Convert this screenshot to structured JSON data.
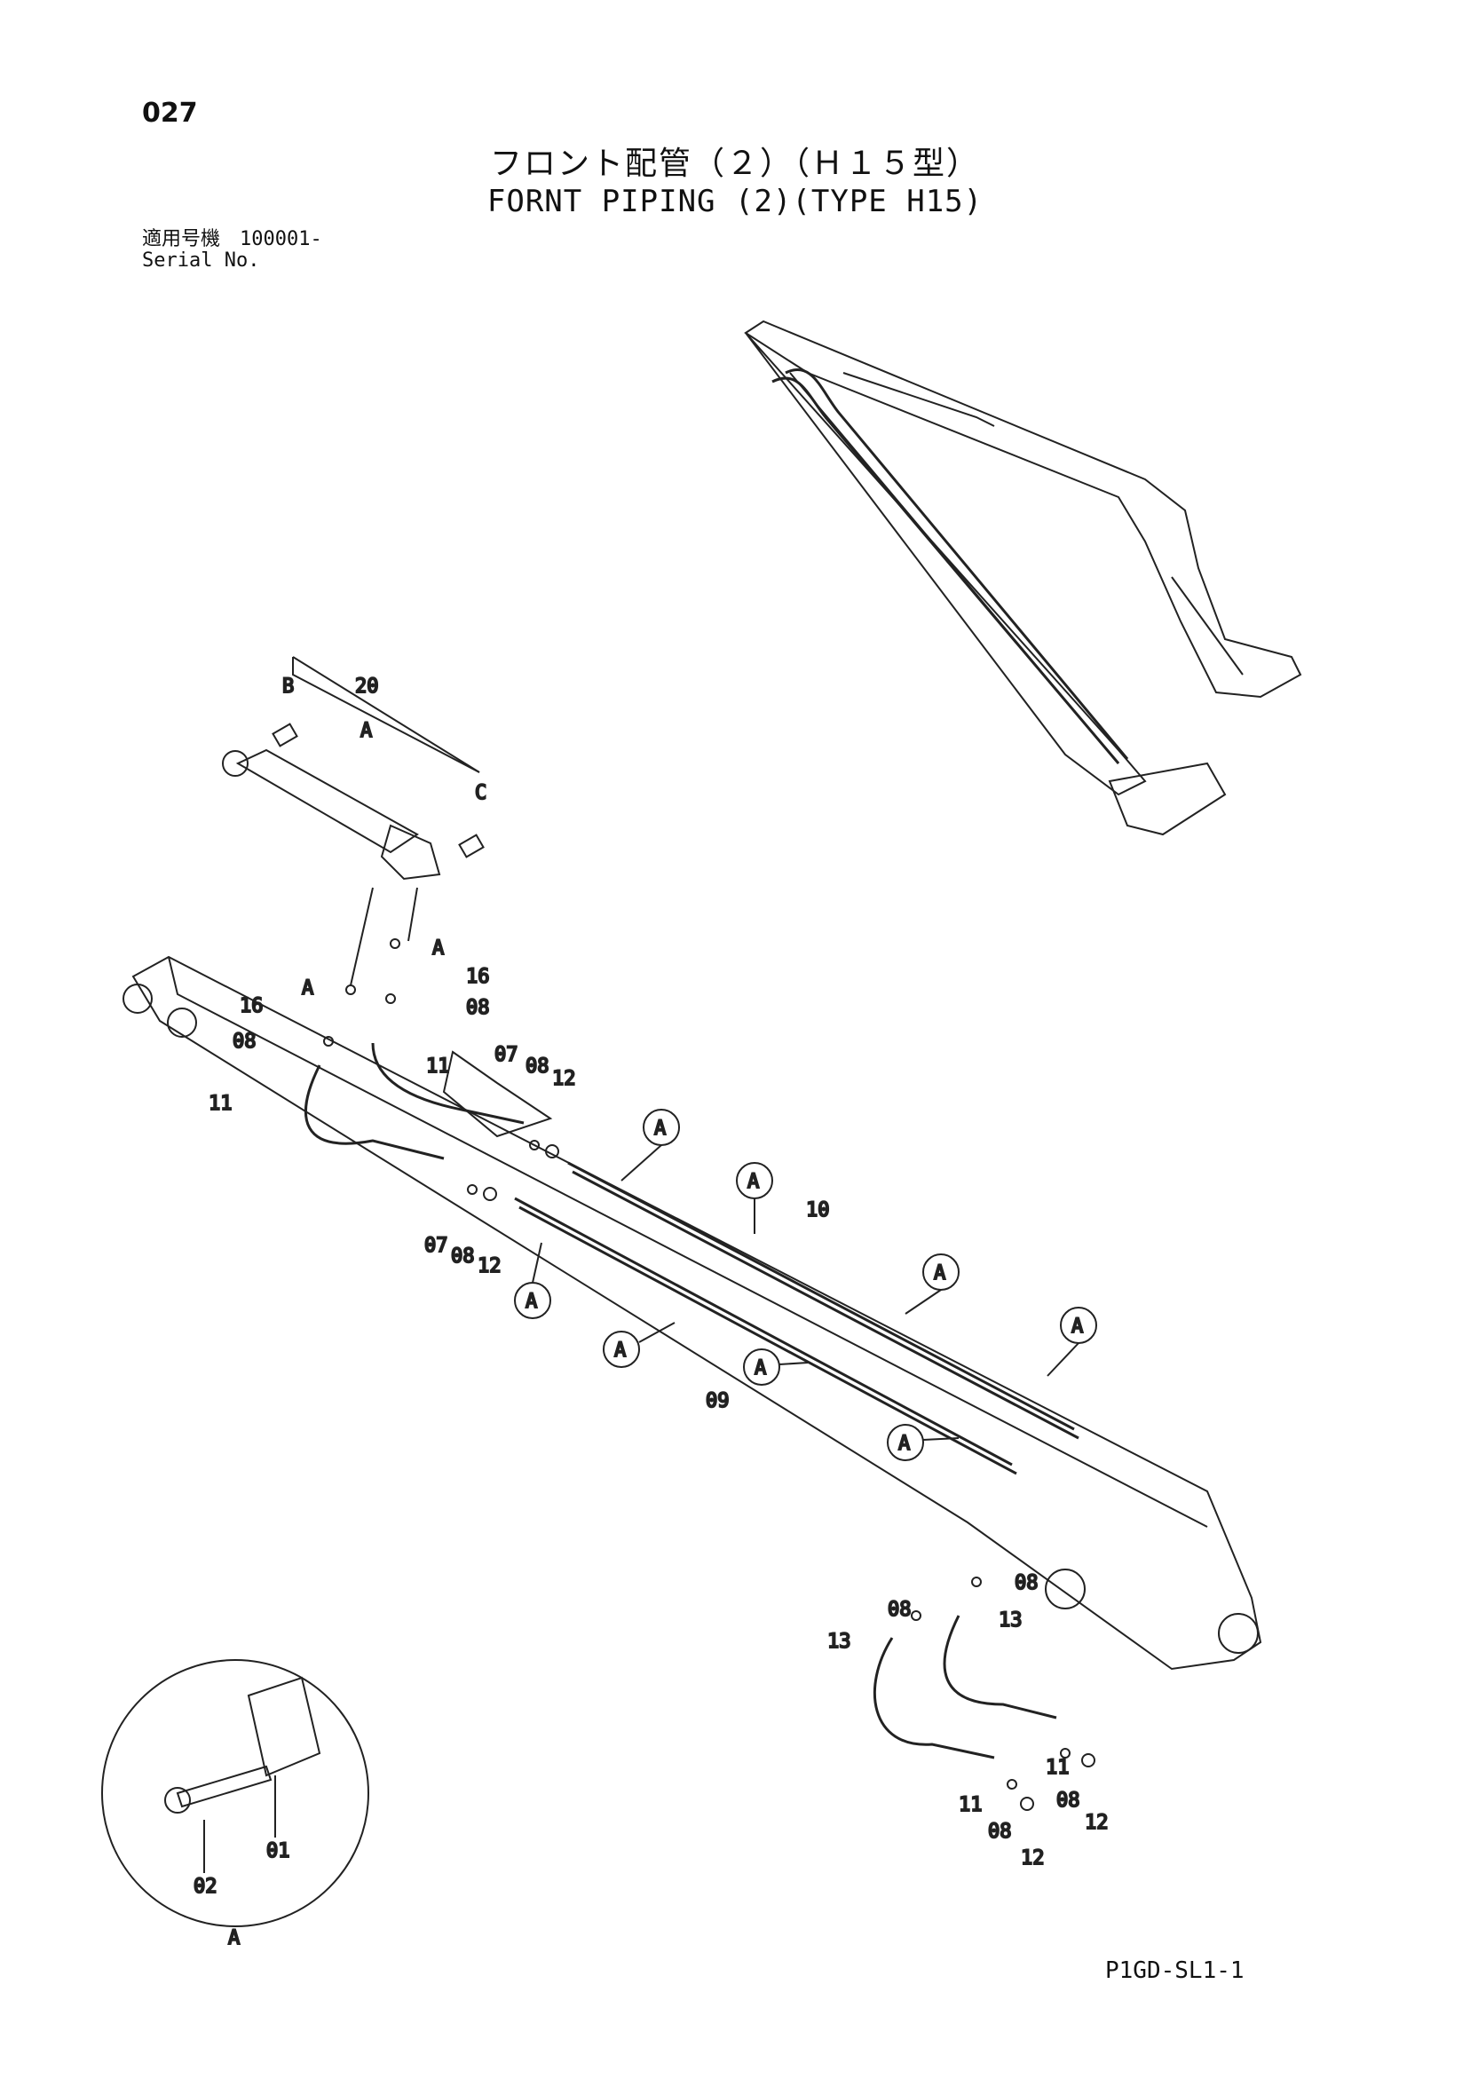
{
  "page": {
    "number": "027",
    "title_jp": "フロント配管（２）（Ｈ１５型）",
    "title_en": "FORNT PIPING (2)(TYPE H15)",
    "serial_label_jp": "適用号機",
    "serial_label_en": "Serial No.",
    "serial_value": "100001-",
    "drawing_code": "P1GD-SL1-1"
  },
  "callouts": {
    "c01": "01",
    "c02": "02",
    "c07a": "07",
    "c07b": "07",
    "c08a": "08",
    "c08b": "08",
    "c08c": "08",
    "c08d": "08",
    "c08e": "08",
    "c08f": "08",
    "c08g": "08",
    "c08h": "08",
    "c09": "09",
    "c10": "10",
    "c11a": "11",
    "c11b": "11",
    "c11c": "11",
    "c11d": "11",
    "c12a": "12",
    "c12b": "12",
    "c12c": "12",
    "c12d": "12",
    "c13a": "13",
    "c13b": "13",
    "c16a": "16",
    "c16b": "16",
    "c20": "20"
  },
  "letters": {
    "A": "A",
    "B": "B",
    "C": "C"
  }
}
